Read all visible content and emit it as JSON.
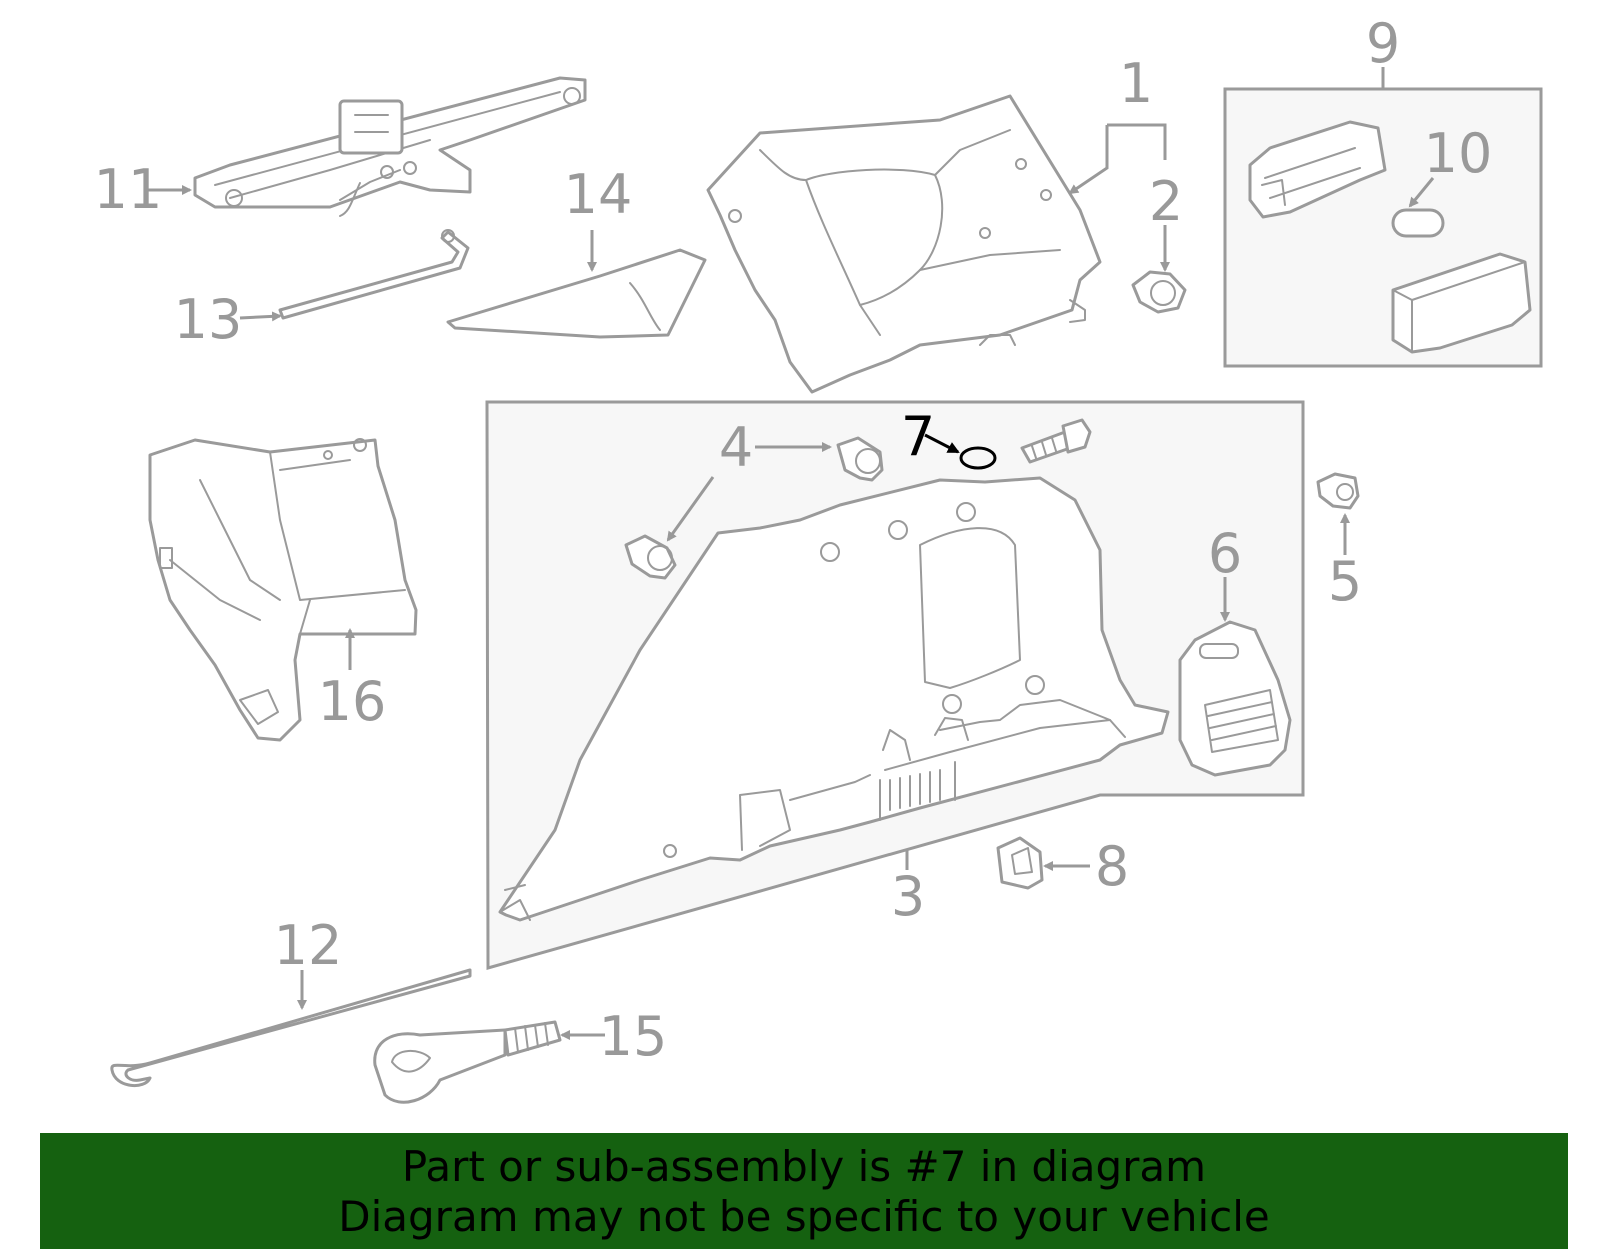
{
  "diagram": {
    "callouts": [
      "1",
      "2",
      "3",
      "4",
      "4",
      "5",
      "6",
      "7",
      "8",
      "9",
      "10",
      "11",
      "12",
      "13",
      "14",
      "15",
      "16"
    ],
    "highlighted_part": "7",
    "colors": {
      "line": "#9a9a9a",
      "highlight": "#000000",
      "banner": "#156110",
      "box_fill": "#f7f7f7"
    }
  },
  "banner": {
    "line1": "Part or sub-assembly is #7 in diagram",
    "line2": "Diagram may not be specific to your vehicle"
  }
}
